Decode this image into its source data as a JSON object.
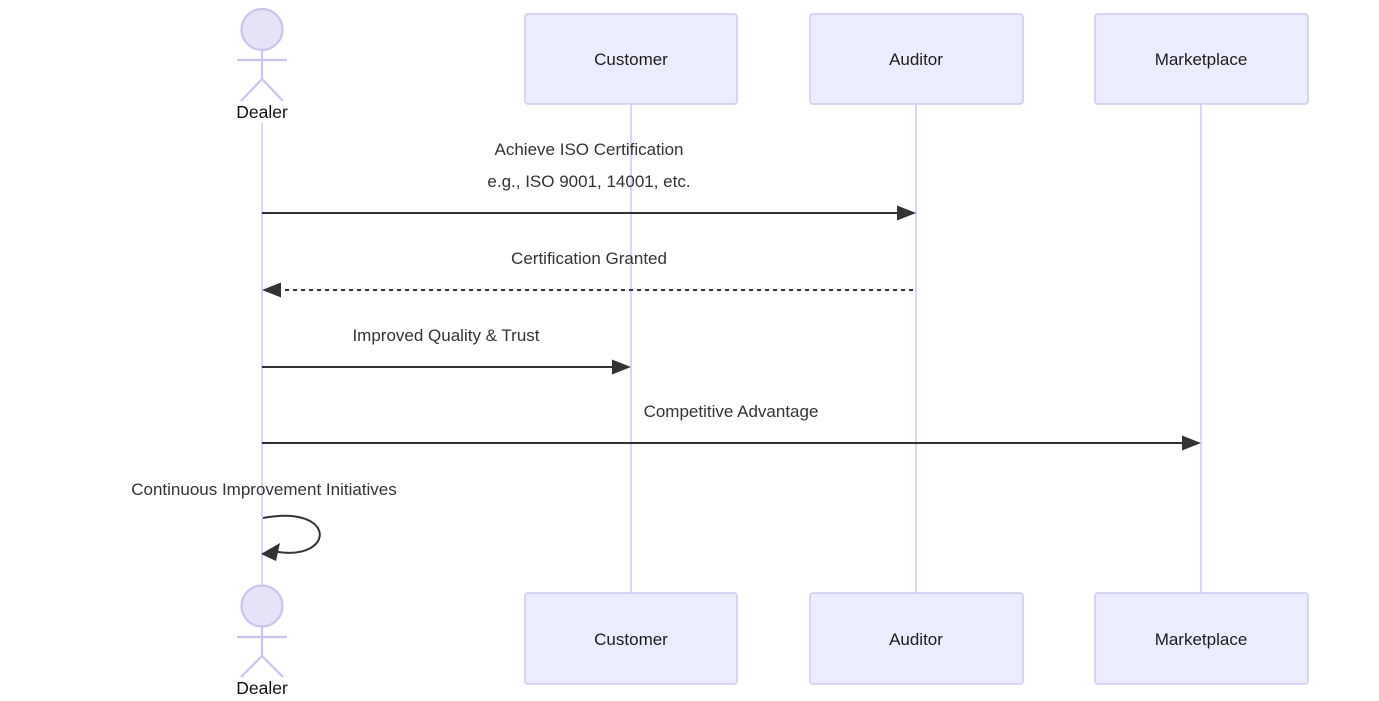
{
  "diagram": {
    "type": "sequence-diagram",
    "actors": [
      {
        "name": "Dealer",
        "representation": "stick-figure"
      },
      {
        "name": "Customer",
        "representation": "box"
      },
      {
        "name": "Auditor",
        "representation": "box"
      },
      {
        "name": "Marketplace",
        "representation": "box"
      }
    ],
    "messages": [
      {
        "from": "Dealer",
        "to": "Auditor",
        "arrow": "solid",
        "lines": [
          "Achieve ISO Certification",
          "e.g., ISO 9001, 14001, etc."
        ]
      },
      {
        "from": "Auditor",
        "to": "Dealer",
        "arrow": "dashed",
        "lines": [
          "Certification Granted"
        ]
      },
      {
        "from": "Dealer",
        "to": "Customer",
        "arrow": "solid",
        "lines": [
          "Improved Quality & Trust"
        ]
      },
      {
        "from": "Dealer",
        "to": "Marketplace",
        "arrow": "solid",
        "lines": [
          "Competitive Advantage"
        ]
      },
      {
        "from": "Dealer",
        "to": "Dealer",
        "arrow": "self-loop",
        "lines": [
          "Continuous Improvement Initiatives"
        ]
      }
    ],
    "colors": {
      "participant_fill": "#ECECFF",
      "participant_border": "#CFC8EF",
      "actor_head_fill": "#E7E2F8",
      "lifeline": "#DCD6F5",
      "message": "#333333",
      "background": "#FFFFFF"
    }
  }
}
